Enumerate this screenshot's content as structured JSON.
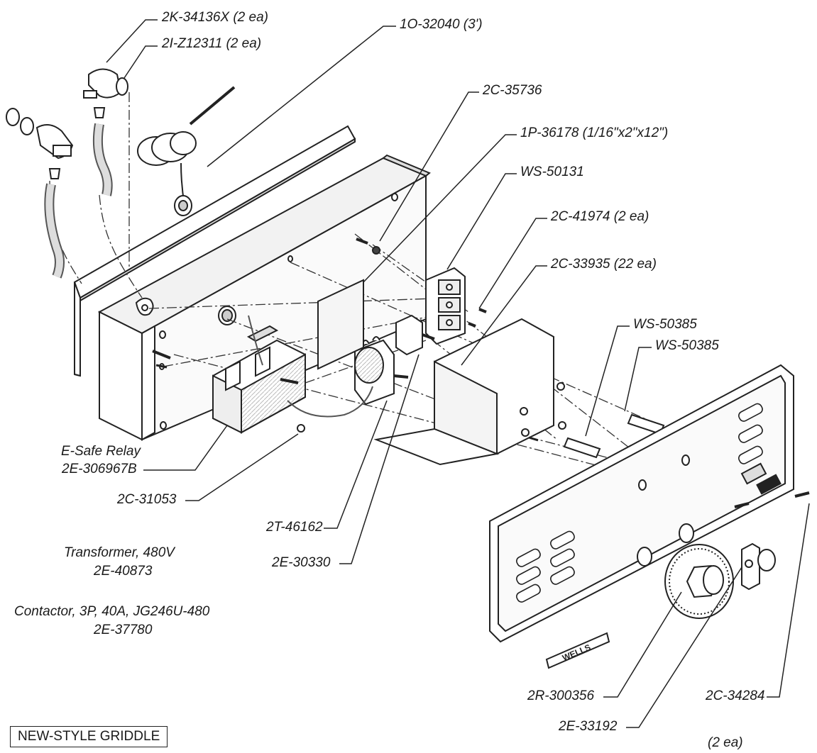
{
  "labels": {
    "p_2k34136x": "2K-34136X (2 ea)",
    "p_2iz12311": "2I-Z12311 (2 ea)",
    "p_1o32040": "1O-32040 (3')",
    "p_2c35736": "2C-35736",
    "p_1p36178": "1P-36178 (1/16\"x2\"x12\")",
    "p_ws50131": "WS-50131",
    "p_2c41974": "2C-41974 (2 ea)",
    "p_2c33935": "2C-33935 (22 ea)",
    "p_ws50385_a": "WS-50385",
    "p_ws50385_b": "WS-50385",
    "p_esafe_line1": "E-Safe Relay",
    "p_esafe_line2": "2E-306967B",
    "p_2c31053": "2C-31053",
    "p_2t46162": "2T-46162",
    "p_2e30330": "2E-30330",
    "p_2r300356": "2R-300356",
    "p_2e33192": "2E-33192",
    "p_2c34284_line1": "2C-34284",
    "p_2c34284_line2": "(2 ea)"
  },
  "notes": {
    "transformer_line1": "Transformer, 480V",
    "transformer_line2": "2E-40873",
    "contactor_line1": "Contactor, 3P, 40A, JG246U-480",
    "contactor_line2": "2E-37780"
  },
  "title_box": "NEW-STYLE GRIDDLE",
  "nameplate_text": "WELLS"
}
